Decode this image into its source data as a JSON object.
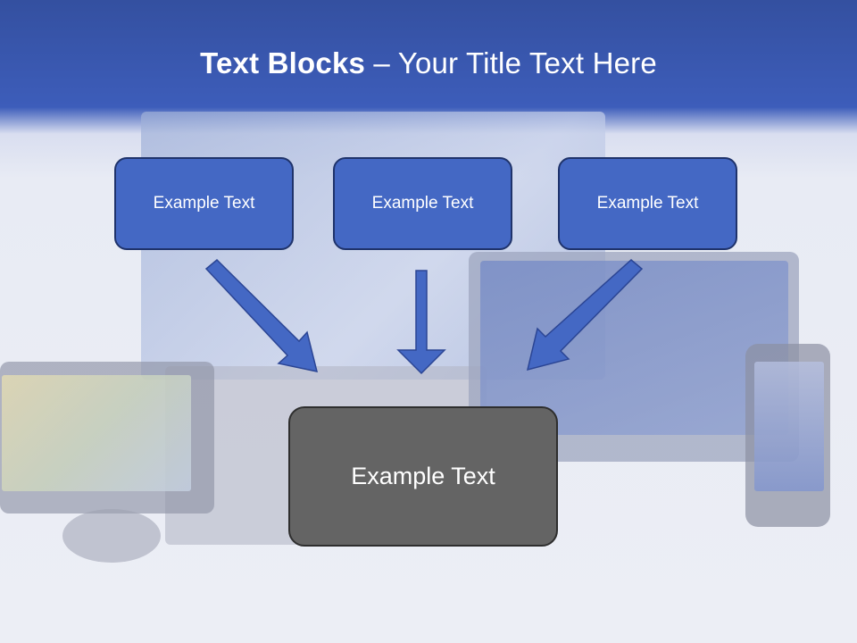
{
  "slide": {
    "title_bold": "Text Blocks",
    "title_rest": " – Your Title Text Here",
    "top_boxes": [
      {
        "label": "Example Text"
      },
      {
        "label": "Example Text"
      },
      {
        "label": "Example Text"
      }
    ],
    "bottom_box": {
      "label": "Example Text"
    },
    "colors": {
      "header_blue": "#3d5dba",
      "box_fill": "#4468c4",
      "box_border": "#1f336b",
      "arrow_fill": "#4468c4",
      "bottom_box_fill": "#646464",
      "bottom_box_border": "#2e2e2e"
    },
    "background_image": "faded-devices-laptop-tablet-gps-phone"
  }
}
